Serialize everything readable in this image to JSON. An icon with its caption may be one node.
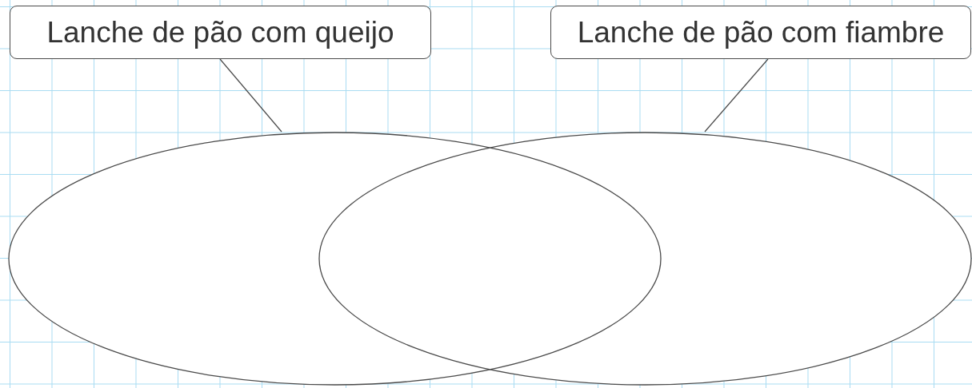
{
  "diagram": {
    "nodes": [
      {
        "text": [
          "Lanche de pão com queijo"
        ]
      },
      {
        "text": [
          "Lanche de pão com fiambre"
        ]
      },
      {
        "text": [],
        "shape": "ellipse"
      },
      {
        "text": [],
        "shape": "ellipse"
      }
    ],
    "edges": [
      {
        "from": 0,
        "to": 2,
        "arrow": "none"
      },
      {
        "from": 1,
        "to": 3,
        "arrow": "none"
      }
    ]
  }
}
